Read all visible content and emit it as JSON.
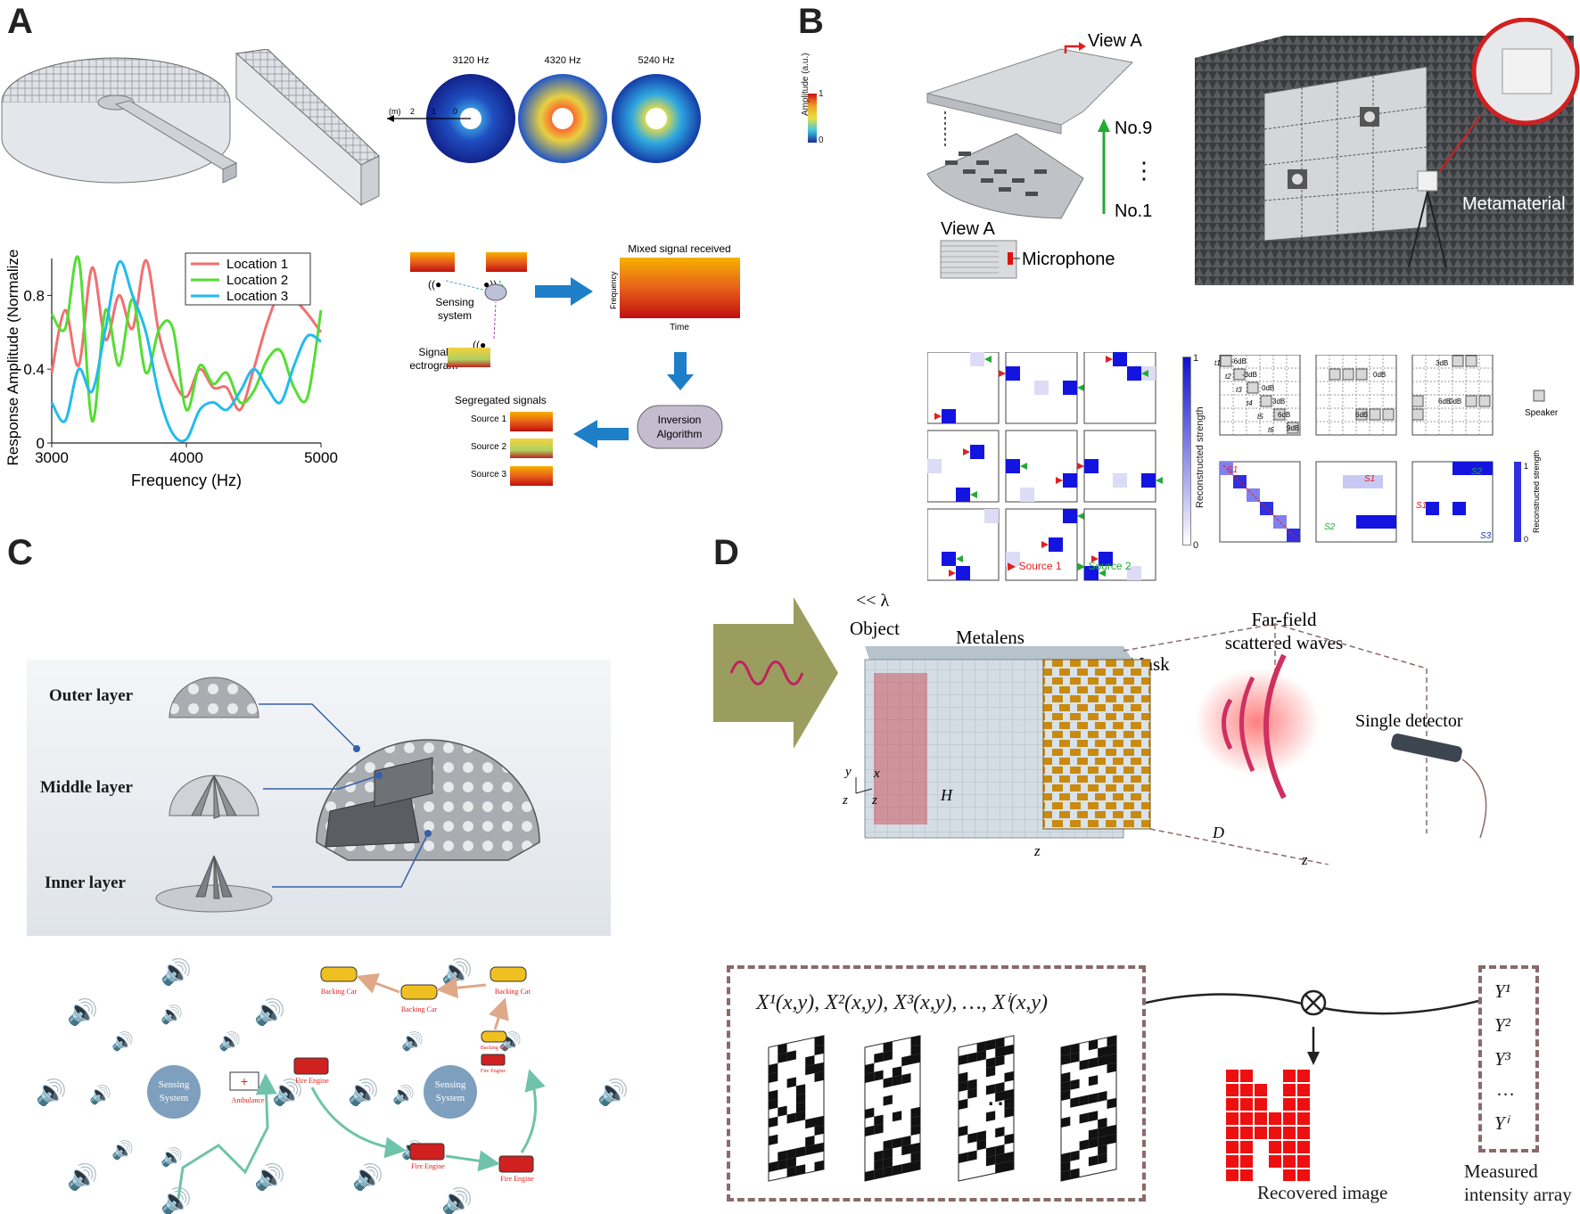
{
  "panel_letters": [
    "A",
    "B",
    "C",
    "D"
  ],
  "panel_a": {
    "polar_freqs": [
      "3120 Hz",
      "4320 Hz",
      "5240 Hz"
    ],
    "polar_axis_ticks": [
      "(m)",
      "2",
      "1",
      "0"
    ],
    "colorbar": {
      "label": "Amplitude (a.u.)",
      "max": "1",
      "min": "0"
    },
    "chart_data": {
      "type": "line",
      "xlabel": "Frequency (Hz)",
      "ylabel": "Response Amplitude (Normalized)",
      "xlim": [
        3000,
        5000
      ],
      "ylim": [
        0,
        1.0
      ],
      "x_ticks": [
        "3000",
        "4000",
        "5000"
      ],
      "y_ticks": [
        "0",
        "0.4",
        "0.8"
      ],
      "legend_position": "top-center",
      "x": [
        3000,
        3100,
        3200,
        3300,
        3400,
        3500,
        3600,
        3700,
        3800,
        3900,
        4000,
        4100,
        4200,
        4300,
        4400,
        4500,
        4600,
        4700,
        4800,
        4900,
        5000
      ],
      "series": [
        {
          "name": "Location 1",
          "color": "#f07070",
          "values": [
            0.38,
            0.72,
            0.42,
            0.95,
            0.56,
            0.8,
            0.62,
            0.99,
            0.58,
            0.35,
            0.25,
            0.4,
            0.3,
            0.3,
            0.18,
            0.4,
            0.65,
            0.82,
            0.78,
            0.7,
            0.6
          ]
        },
        {
          "name": "Location 2",
          "color": "#55dd33",
          "values": [
            0.7,
            0.62,
            1.0,
            0.12,
            0.72,
            0.42,
            0.78,
            0.38,
            0.62,
            0.62,
            0.18,
            0.42,
            0.32,
            0.38,
            0.22,
            0.28,
            0.45,
            0.5,
            0.3,
            0.25,
            0.72
          ]
        },
        {
          "name": "Location 3",
          "color": "#22bbee",
          "values": [
            0.22,
            0.12,
            0.4,
            0.28,
            0.62,
            0.98,
            0.8,
            0.6,
            0.25,
            0.05,
            0.02,
            0.18,
            0.22,
            0.18,
            0.28,
            0.4,
            0.3,
            0.22,
            0.42,
            0.58,
            0.55
          ]
        }
      ]
    },
    "flow": {
      "sensing_system": "Sensing\nsystem",
      "signal_spectrogram": "Signal\nspectrogram",
      "mixed_signal": "Mixed signal received",
      "axis_frequency": "Frequency",
      "axis_time": "Time",
      "inversion": "Inversion\nAlgorithm",
      "segregated": "Segregated signals",
      "sources": [
        "Source 1",
        "Source 2",
        "Source 3"
      ]
    }
  },
  "panel_b": {
    "view_a": "View A",
    "no9": "No.9",
    "no1": "No.1",
    "dots": "⋮",
    "view_a_bottom": "View A",
    "microphone": "Microphone",
    "metamaterial": "Metamaterial",
    "recon_label": "Reconstructed strength",
    "recon_max": "1",
    "recon_min": "0",
    "legend_source1": "▶ Source 1",
    "legend_source2": "▶ Source 2",
    "speaker_label": "Speaker",
    "db_labels": [
      "-6dB",
      "-3dB",
      "0dB",
      "3dB",
      "6dB",
      "9dB",
      "0dB",
      "6dB",
      "3dB",
      "0dB",
      "6dB"
    ],
    "t_labels": [
      "t1",
      "t2",
      "t3",
      "t4",
      "t5",
      "t6"
    ],
    "s_labels": [
      "S1",
      "S1",
      "S2",
      "S1",
      "S2",
      "S3"
    ],
    "recon2_label": "Reconstructed strength",
    "recon2_max": "1",
    "recon2_min": "0"
  },
  "panel_c": {
    "outer": "Outer layer",
    "middle": "Middle  layer",
    "inner": "Inner layer",
    "sensing_system": "Sensing System",
    "ambulance": "Ambulance",
    "fire_engine": "Fire Engine",
    "backing_car": "Backing Car"
  },
  "panel_d": {
    "lambda": "<< λ",
    "object": "Object",
    "metalens": "Metalens",
    "mask": "Mask",
    "farfield": "Far-field\nscattered waves",
    "detector": "Single detector",
    "axis_y": "y",
    "axis_x": "x",
    "axis_zo": "z",
    "axis_z": "z",
    "H": "H",
    "D": "D",
    "zm": "z",
    "zi": "z",
    "masks_formula": "X¹(x,y), X²(x,y), X³(x,y),  …, Xⁱ(x,y)",
    "ellipsis": "…",
    "recovered": "Recovered image",
    "measured": "Measured\nintensity array",
    "y_values": [
      "Y¹",
      "Y²",
      "Y³",
      "…",
      "Yⁱ"
    ]
  }
}
